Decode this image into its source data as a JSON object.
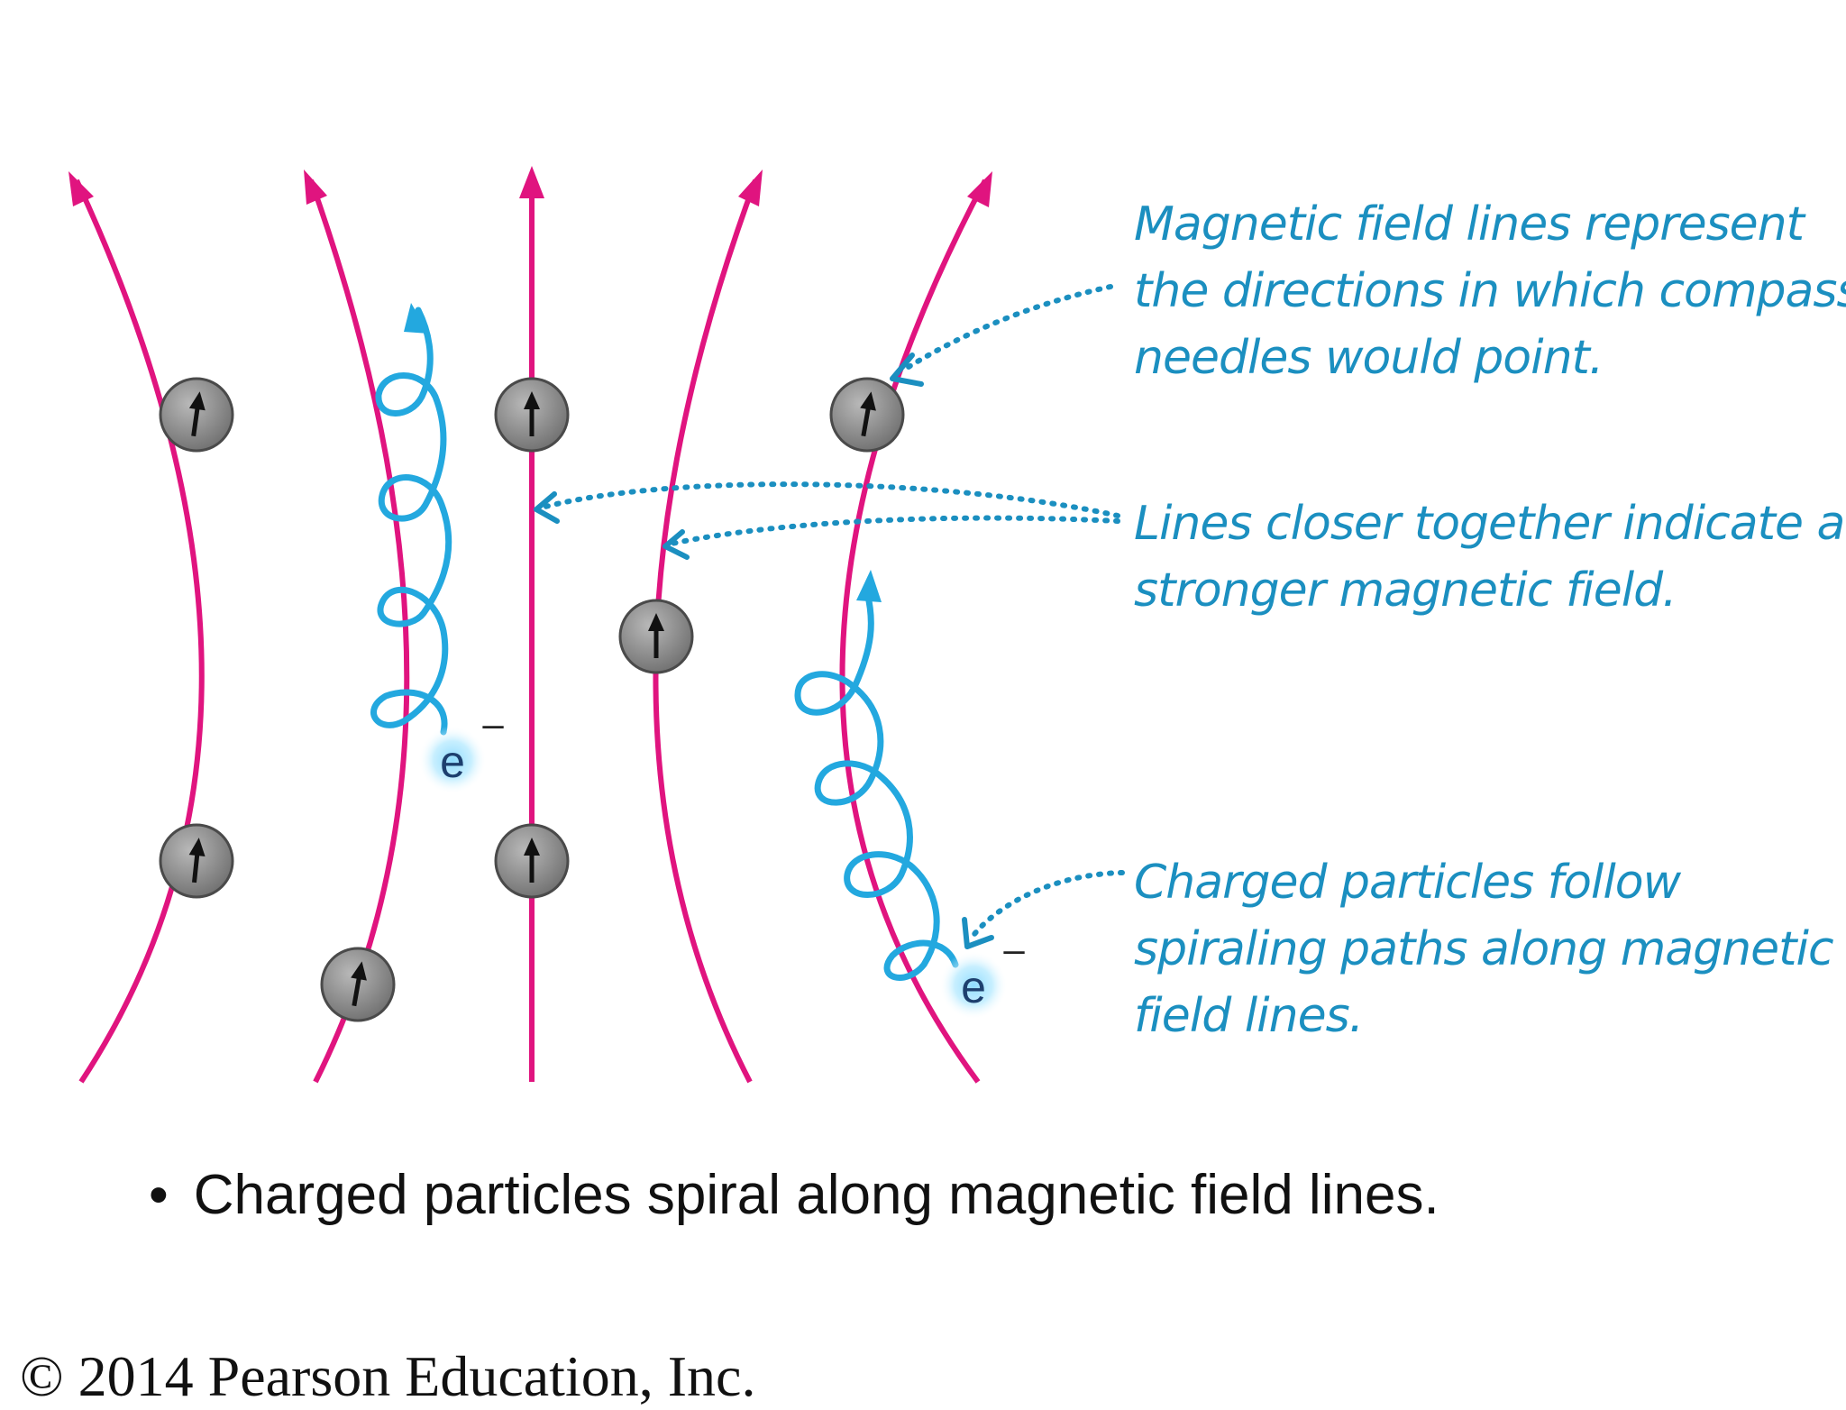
{
  "callouts": {
    "field_lines": [
      "Magnetic field lines represent",
      "the directions in which compass",
      "needles would point."
    ],
    "closer_lines": [
      "Lines closer together indicate a",
      "stronger magnetic field."
    ],
    "spiral": [
      "Charged particles follow",
      "spiraling paths along magnetic",
      "field lines."
    ]
  },
  "electron_label": "e",
  "electron_charge": "–",
  "bullet": {
    "marker": "•",
    "text": "Charged particles spiral along magnetic field lines."
  },
  "footer": "© 2014 Pearson Education, Inc.",
  "colors": {
    "field_line": "#e0147f",
    "particle_path": "#23a8df",
    "callout_text": "#1b8fc0",
    "compass_fill": "#8a8a8a"
  }
}
